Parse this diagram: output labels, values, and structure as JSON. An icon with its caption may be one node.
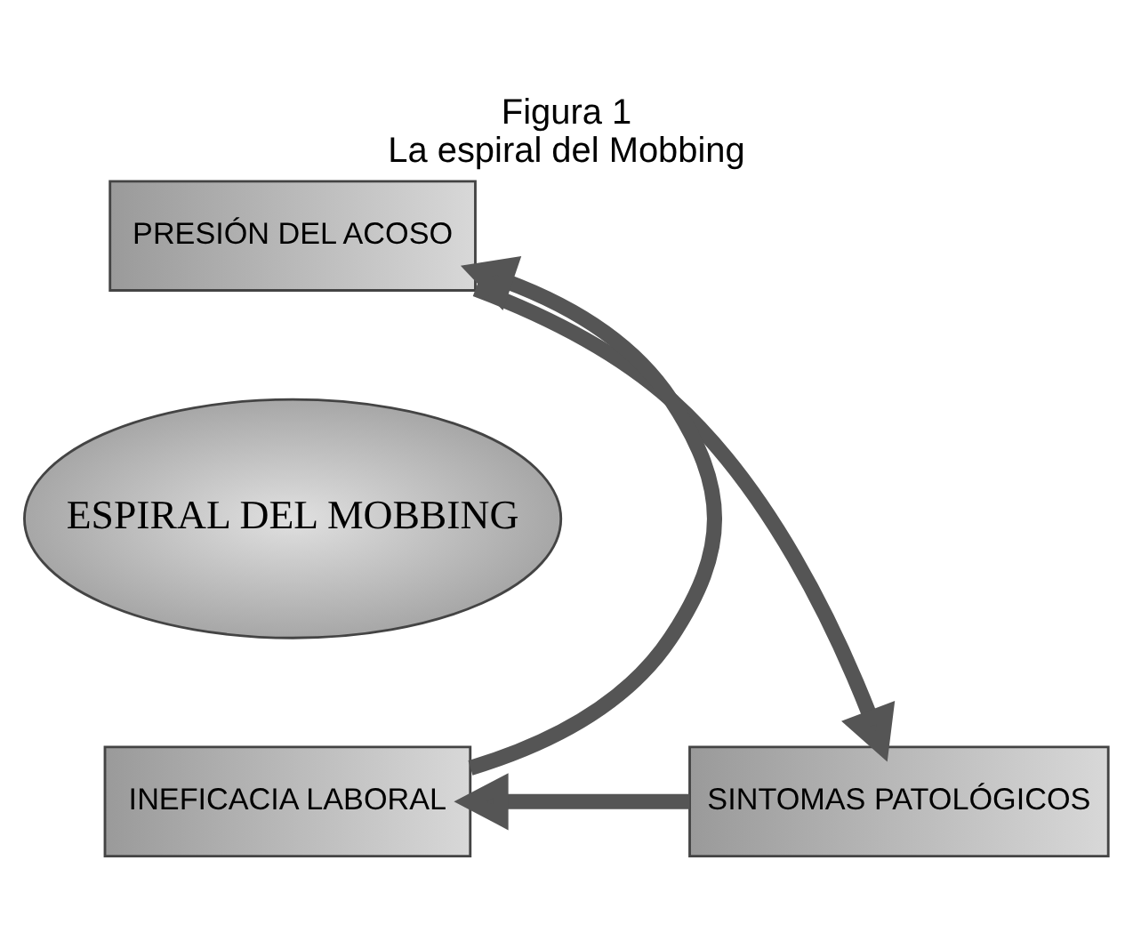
{
  "diagram": {
    "title": "Figura 1",
    "caption": "La espiral del Mobbing",
    "nodes": [
      {
        "text": [
          "PRESIÓN DEL ACOSO"
        ]
      },
      {
        "text": [
          "ESPIRAL DEL MOBBING"
        ]
      },
      {
        "text": [
          "INEFICACIA LABORAL"
        ]
      },
      {
        "text": [
          "SINTOMAS PATOLÓGICOS"
        ]
      }
    ],
    "edges": [
      {
        "from": 0,
        "to": 3,
        "arrow": "to"
      },
      {
        "from": 3,
        "to": 2,
        "arrow": "to"
      },
      {
        "from": 2,
        "to": 0,
        "arrow": "to"
      }
    ]
  }
}
